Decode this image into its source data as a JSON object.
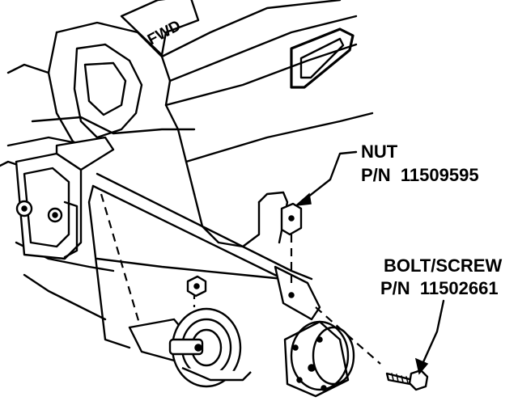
{
  "direction_label": "FWD",
  "callouts": {
    "nut": {
      "name": "NUT",
      "part_number": "P/N  11509595"
    },
    "bolt": {
      "name": "BOLT/SCREW",
      "part_number": "P/N  11502661"
    }
  },
  "colors": {
    "ink": "#000000",
    "paper": "#ffffff"
  }
}
